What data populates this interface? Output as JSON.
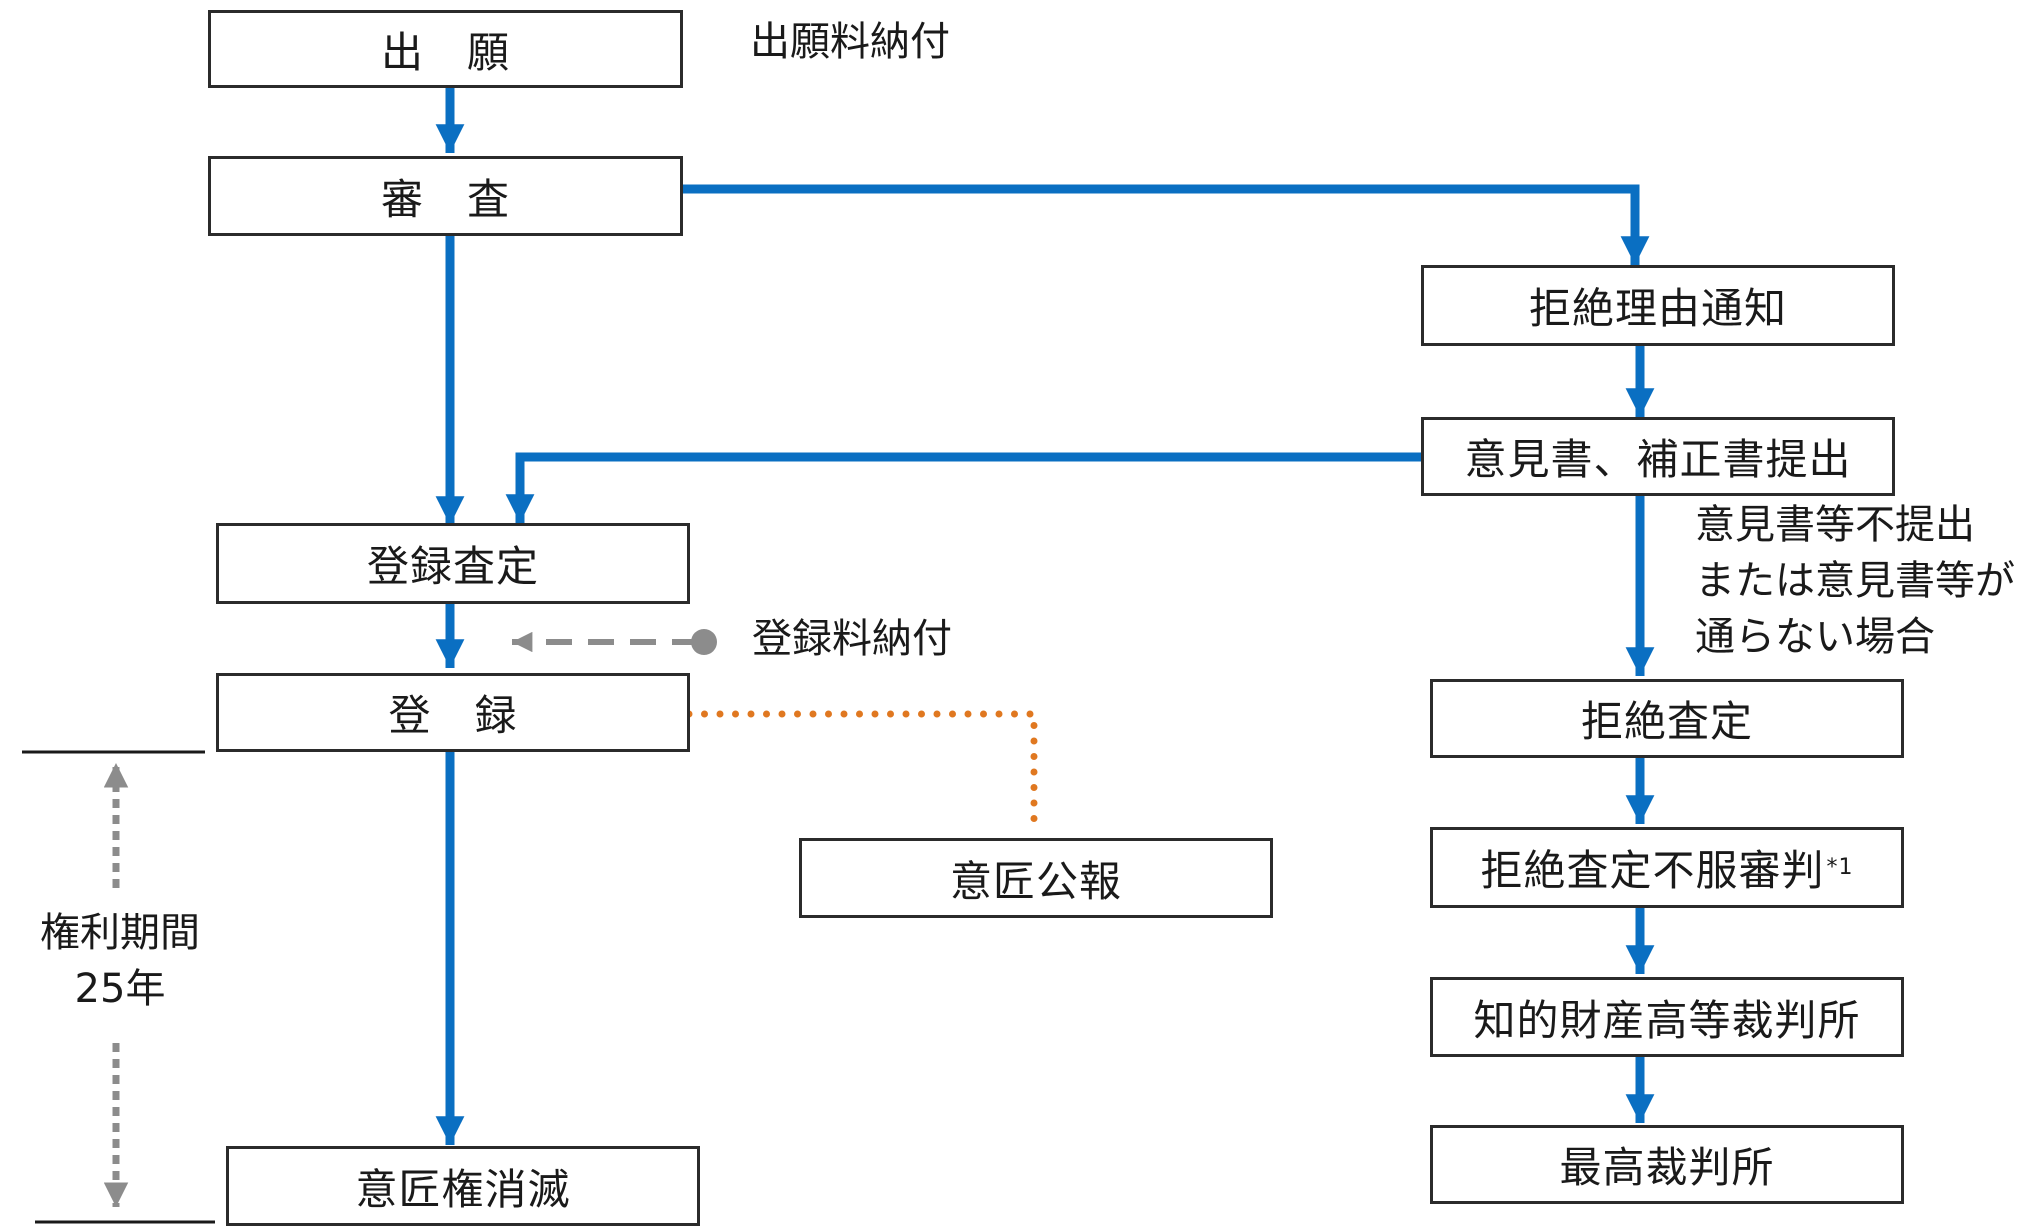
{
  "nodes": {
    "filing": "出　願",
    "examination": "審　査",
    "refusal_notice": "拒絶理由通知",
    "opinion_submission": "意見書、補正書提出",
    "registration_decision": "登録査定",
    "registration": "登　録",
    "design_gazette": "意匠公報",
    "right_expiry": "意匠権消滅",
    "refusal_decision": "拒絶査定",
    "appeal": "拒絶査定不服審判",
    "appeal_note": "*1",
    "ip_high_court": "知的財産高等裁判所",
    "supreme_court": "最高裁判所"
  },
  "labels": {
    "filing_fee": "出願料納付",
    "registration_fee": "登録料納付",
    "no_opinion_line1": "意見書等不提出",
    "no_opinion_line2": "または意見書等が",
    "no_opinion_line3": "通らない場合",
    "term_line1": "権利期間",
    "term_line2": "25年"
  },
  "colors": {
    "main_arrow": "#0a6fc2",
    "gazette_link": "#e07820",
    "fee_arrow": "#8c8c8c",
    "box_border": "#2b2b2b"
  }
}
